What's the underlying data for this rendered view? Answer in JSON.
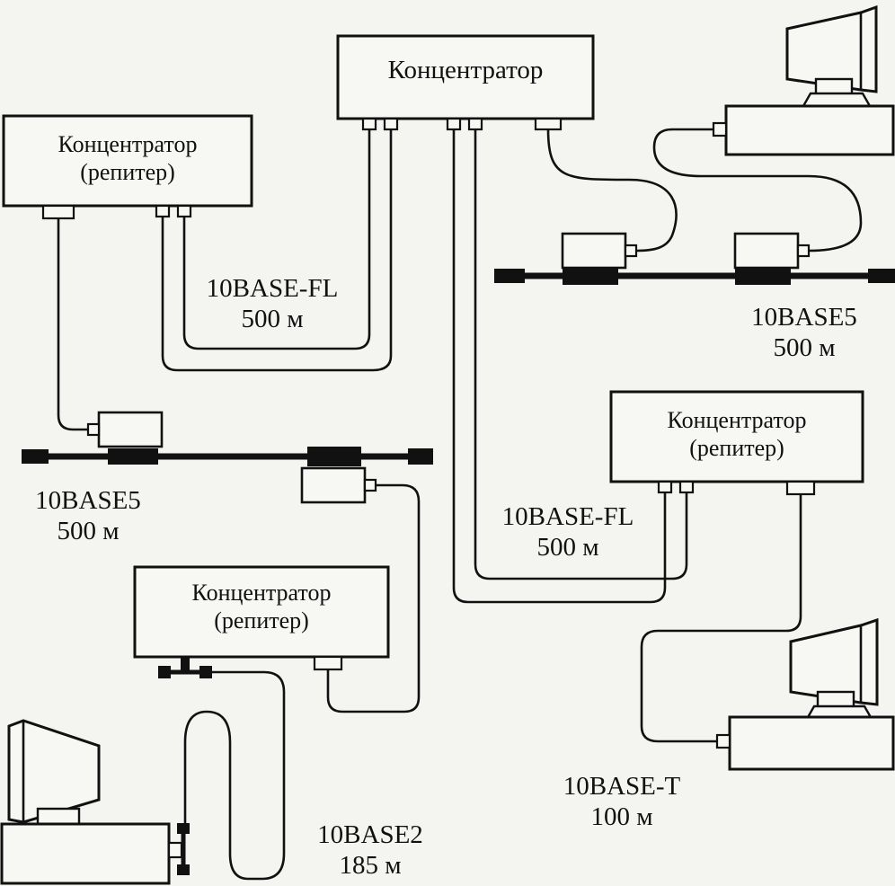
{
  "hubs": {
    "top": {
      "line1": "Концентратор"
    },
    "left": {
      "line1": "Концентратор",
      "line2": "(репитер)"
    },
    "right": {
      "line1": "Концентратор",
      "line2": "(репитер)"
    },
    "bottom": {
      "line1": "Концентратор",
      "line2": "(репитер)"
    }
  },
  "segments": {
    "fl_left": {
      "name": "10BASE-FL",
      "length": "500 м"
    },
    "fl_right": {
      "name": "10BASE-FL",
      "length": "500 м"
    },
    "b5_left": {
      "name": "10BASE5",
      "length": "500 м"
    },
    "b5_right": {
      "name": "10BASE5",
      "length": "500 м"
    },
    "b2": {
      "name": "10BASE2",
      "length": "185 м"
    },
    "bt": {
      "name": "10BASE-T",
      "length": "100 м"
    }
  },
  "icons": {
    "hub": "hub-box",
    "computer": "computer-icon",
    "transceiver": "transceiver-icon",
    "bnc": "bnc-t-connector-icon"
  }
}
